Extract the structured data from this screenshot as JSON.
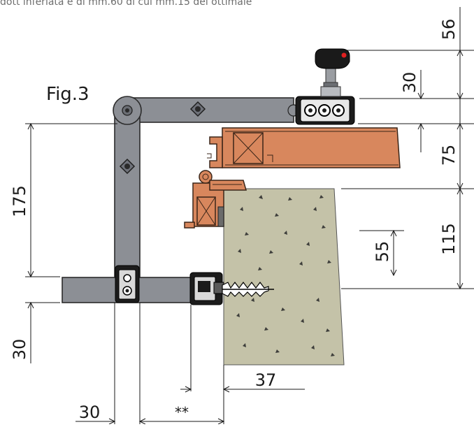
{
  "caption": "dott inferiata è di mm.60 di cui mm.15 del ottimale",
  "figure_label": "Fig.3",
  "dimensions": {
    "d56": "56",
    "d30_top": "30",
    "d75": "75",
    "d115": "115",
    "d55": "55",
    "d175": "175",
    "d30_left": "30",
    "d37": "37",
    "d30_bottom": "30",
    "d_star": "**"
  },
  "colors": {
    "arm": "#8c8f95",
    "wood": "#d8875d",
    "wall": "#c4c2a8",
    "fittings": "#1c1c1c"
  }
}
